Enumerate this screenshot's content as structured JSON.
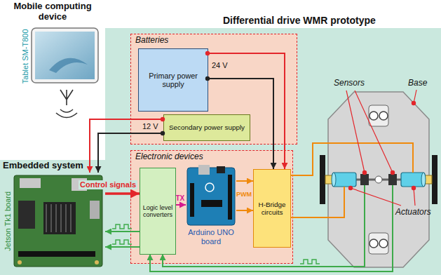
{
  "diagram": {
    "nodes": [
      {
        "text": [
          "Mobile computing device",
          "Tablet SM-T800"
        ]
      },
      {
        "text": [
          "Differential drive WMR prototype"
        ]
      },
      {
        "text": [
          "Batteries"
        ],
        "in": 1
      },
      {
        "text": [
          "Primary power supply"
        ],
        "in": 2
      },
      {
        "text": [
          "Secondary power supply"
        ],
        "in": 2
      },
      {
        "text": [
          "Jetson Tk1 board"
        ],
        "in": 1
      },
      {
        "text": [
          "Electronic devices"
        ],
        "in": 1
      },
      {
        "text": [
          "Logic level converters"
        ],
        "in": 6
      },
      {
        "text": [
          "Arduino UNO board"
        ],
        "in": 6
      },
      {
        "text": [
          "H-Bridge circuits"
        ],
        "in": 6
      }
    ],
    "edges": [
      {
        "from": 3,
        "to": 9,
        "arrow": "to"
      },
      {
        "from": 3,
        "to": 9,
        "arrow": "to"
      },
      {
        "from": 4,
        "to": 5,
        "arrow": "to"
      },
      {
        "from": 4,
        "to": 5,
        "arrow": "to"
      },
      {
        "from": 5,
        "to": 7,
        "label": "Control signals",
        "arrow": "to"
      },
      {
        "from": 7,
        "to": 8,
        "label": "TX",
        "arrow": "to"
      },
      {
        "from": 8,
        "to": 9,
        "label": "PWM",
        "arrow": "to"
      },
      {
        "from": 8,
        "to": 9,
        "arrow": "to"
      },
      {
        "from": 7,
        "to": 5,
        "arrow": "to"
      },
      {
        "from": 7,
        "to": 5,
        "arrow": "to"
      }
    ],
    "labels": [
      "24 V",
      "12 V",
      "Embedded system",
      "Base",
      "Sensors",
      "Actuators"
    ]
  }
}
